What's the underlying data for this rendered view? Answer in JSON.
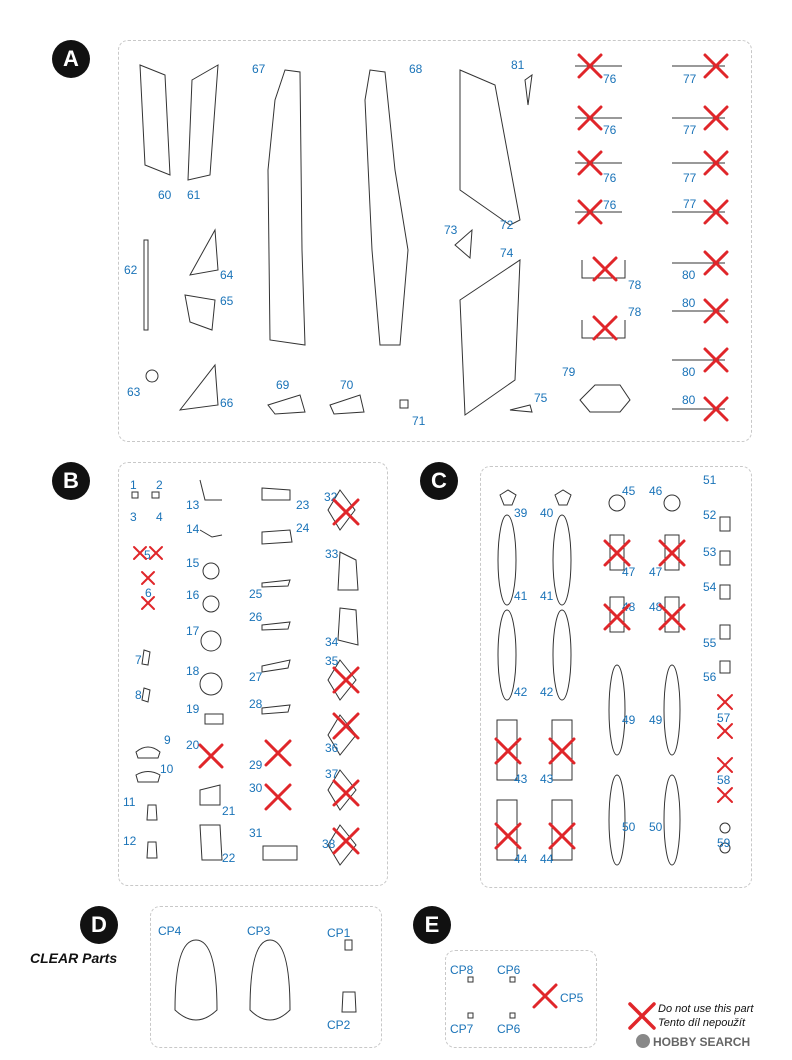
{
  "sprues": {
    "a": {
      "letter": "A"
    },
    "b": {
      "letter": "B"
    },
    "c": {
      "letter": "C"
    },
    "d": {
      "letter": "D",
      "title": "CLEAR Parts"
    },
    "e": {
      "letter": "E"
    }
  },
  "legend": {
    "line1": "Do not use this part",
    "line2": "Tento díl nepoužít"
  },
  "watermark": "HOBBY SEARCH",
  "colors": {
    "part_number": "#1a73b8",
    "cross": "#e0262a",
    "badge": "#111111"
  },
  "icons": [
    "red-cross-icon",
    "hobby-search-logo"
  ]
}
